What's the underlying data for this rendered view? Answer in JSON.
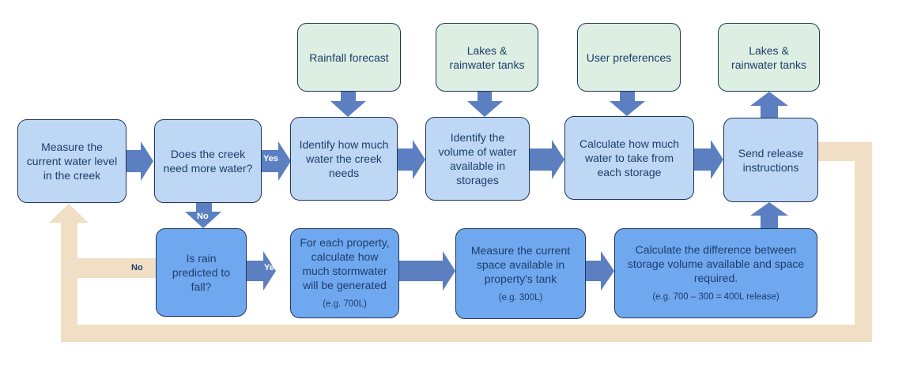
{
  "colors": {
    "input": "#dcefe2",
    "step": "#bdd7f5",
    "rain_path": "#6fa8ef",
    "arrow": "#5b7fc1",
    "loop": "#f0dfc4"
  },
  "inputs": [
    "Rainfall forecast",
    "Lakes & rainwater tanks",
    "User preferences",
    "Lakes & rainwater tanks"
  ],
  "steps": {
    "measure": "Measure the current water level in the creek",
    "decision_creek": "Does the creek need more water?",
    "identify_need": "Identify how much water the creek needs",
    "identify_volume": "Identify the volume of water available in storages",
    "calculate_take": "Calculate how much water to take from each storage",
    "send_release": "Send release instructions",
    "decision_rain": "Is rain predicted to fall?",
    "stormwater": "For each property, calculate how much stormwater will be generated",
    "stormwater_eg": "(e.g. 700L)",
    "tank_space": "Measure the current space available in property's tank",
    "tank_space_eg": "(e.g. 300L)",
    "difference": "Calculate the difference between storage volume available and space required.",
    "difference_eg": "(e.g. 700 – 300 = 400L release)"
  },
  "labels": {
    "yes1": "Yes",
    "no1": "No",
    "yes2": "Yes",
    "no2": "No"
  }
}
